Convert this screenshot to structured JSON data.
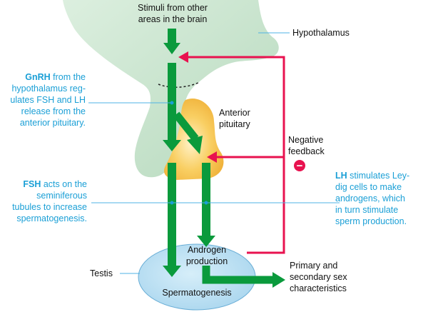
{
  "labels": {
    "stimuli_line1": "Stimuli from other",
    "stimuli_line2": "areas in the brain",
    "hypothalamus": "Hypothalamus",
    "anterior_line1": "Anterior",
    "anterior_line2": "pituitary",
    "negative_line1": "Negative",
    "negative_line2": "feedback",
    "minus_sign": "−",
    "androgen_line1": "Androgen",
    "androgen_line2": "production",
    "testis": "Testis",
    "spermatogenesis": "Spermatogenesis",
    "sex_char_line1": "Primary and",
    "sex_char_line2": "secondary sex",
    "sex_char_line3": "characteristics"
  },
  "notes": {
    "gnrh": {
      "bold": "GnRH",
      "line1_rest": " from the",
      "line2": "hypothalamus reg-",
      "line3": "ulates FSH and LH",
      "line4": "release from the",
      "line5": "anterior pituitary."
    },
    "fsh": {
      "bold": "FSH",
      "line1_rest": " acts on the",
      "line2": "seminiferous",
      "line3": "tubules to increase",
      "line4": "spermatogenesis."
    },
    "lh": {
      "bold": "LH",
      "line1_rest": " stimulates Ley-",
      "line2": "dig cells to make",
      "line3": "androgens, which",
      "line4": "in turn stimulate",
      "line5": "sperm production."
    }
  },
  "colors": {
    "hypothalamus_fill": "#cfe8d3",
    "pituitary_fill": "#f6be4a",
    "testis_fill": "#b9dff2",
    "arrow_green": "#0a9a3c",
    "feedback_red": "#e8124f",
    "note_blue": "#1a9fd6"
  }
}
